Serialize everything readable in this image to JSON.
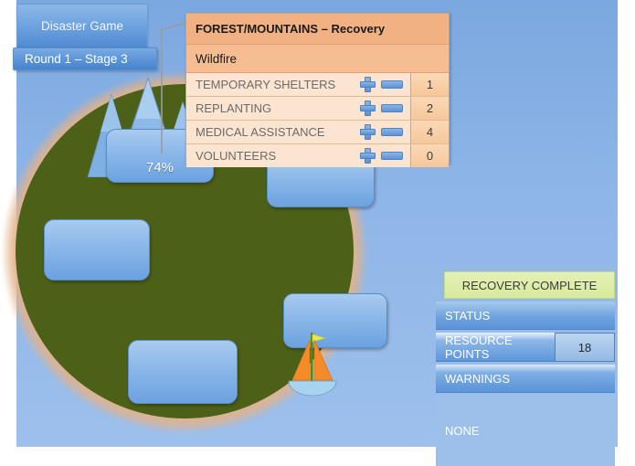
{
  "app": {
    "title": "Disaster Game",
    "round_label": "Round 1 – Stage 3"
  },
  "map": {
    "zones": [
      {
        "name": "mountain-zone",
        "percent": "74%"
      },
      {
        "name": "northeast-zone",
        "percent": ""
      },
      {
        "name": "west-zone",
        "percent": ""
      },
      {
        "name": "east-zone",
        "percent": ""
      },
      {
        "name": "south-zone",
        "percent": ""
      }
    ],
    "boat": "sailboat-icon",
    "island": "island-shape"
  },
  "panel": {
    "title": "FOREST/MOUNTAINS – Recovery",
    "subtitle": "Wildfire",
    "increment_icon": "plus-icon",
    "decrement_icon": "minus-icon",
    "resources": [
      {
        "label": "TEMPORARY SHELTERS",
        "value": "1"
      },
      {
        "label": "REPLANTING",
        "value": "2"
      },
      {
        "label": "MEDICAL ASSISTANCE",
        "value": "4"
      },
      {
        "label": "VOLUNTEERS",
        "value": "0"
      }
    ]
  },
  "status": {
    "recovery_label": "RECOVERY COMPLETE",
    "status_label": "STATUS",
    "resource_points_label": "RESOURCE POINTS",
    "resource_points_value": "18",
    "warnings_label": "WARNINGS",
    "warnings_value": "NONE"
  },
  "colors": {
    "water": "#8fb6e8",
    "land": "#4c6018",
    "beach": "#e4b287",
    "panel_header": "#f2b183",
    "panel_sub": "#f6bd92",
    "panel_row": "#fbe4d0",
    "panel_value": "#f9d3ac",
    "status_bar": "#6fa3df",
    "recovery_complete": "#d8ea9c",
    "tile": "#8fbaea",
    "sail": "#f58b28",
    "hull": "#a9d4ef",
    "flag": "#e8e84a",
    "mast": "#4c8a1e"
  }
}
